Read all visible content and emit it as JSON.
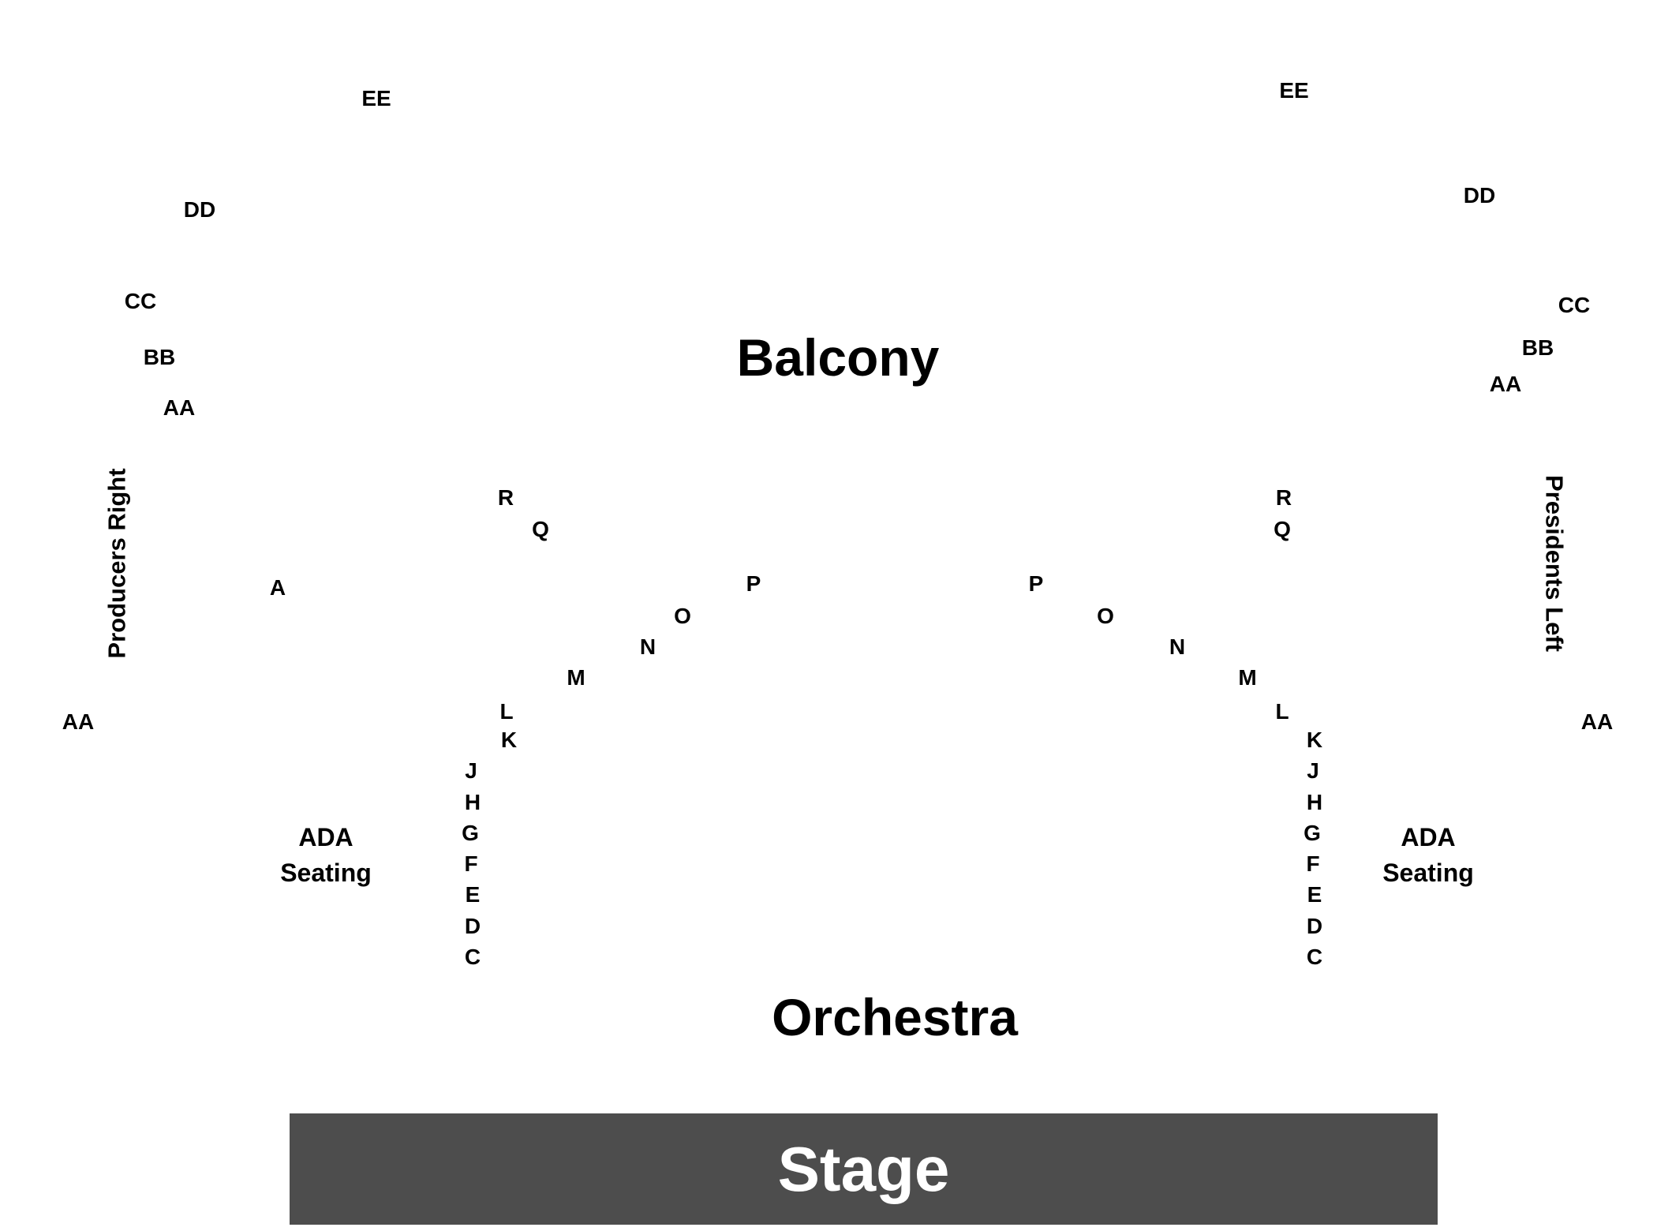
{
  "sections": {
    "balcony": "Balcony",
    "orchestra": "Orchestra",
    "stage": "Stage"
  },
  "boxes": {
    "left": "Producers Right",
    "right": "Presidents Left"
  },
  "ada": {
    "line1": "ADA",
    "line2": "Seating"
  },
  "rows": {
    "left_balcony": [
      "EE",
      "DD",
      "CC",
      "BB",
      "AA"
    ],
    "right_balcony": [
      "EE",
      "DD",
      "CC",
      "BB",
      "AA"
    ],
    "left_box": [
      "A",
      "AA"
    ],
    "right_box": [
      "AA"
    ],
    "left_orchestra": [
      "R",
      "Q",
      "P",
      "O",
      "N",
      "M",
      "L",
      "K",
      "J",
      "H",
      "G",
      "F",
      "E",
      "D",
      "C"
    ],
    "right_orchestra": [
      "R",
      "Q",
      "P",
      "O",
      "N",
      "M",
      "L",
      "K",
      "J",
      "H",
      "G",
      "F",
      "E",
      "D",
      "C"
    ]
  },
  "colors": {
    "stage_fill": "#4d4d4d",
    "stage_text": "#ffffff",
    "label_text": "#000000"
  }
}
